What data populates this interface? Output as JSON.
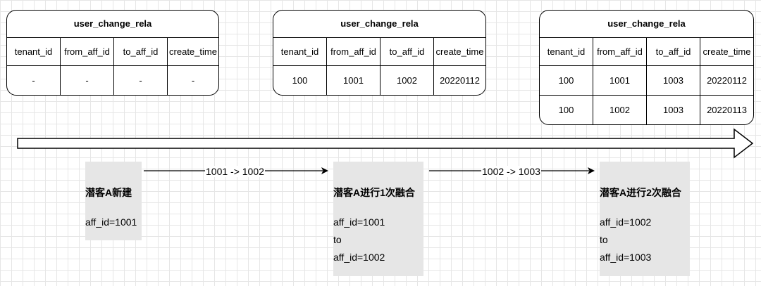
{
  "tables": [
    {
      "title": "user_change_rela",
      "columns": [
        "tenant_id",
        "from_aff_id",
        "to_aff_id",
        "create_time"
      ],
      "rows": [
        [
          "-",
          "-",
          "-",
          "-"
        ]
      ]
    },
    {
      "title": "user_change_rela",
      "columns": [
        "tenant_id",
        "from_aff_id",
        "to_aff_id",
        "create_time"
      ],
      "rows": [
        [
          "100",
          "1001",
          "1002",
          "20220112"
        ]
      ]
    },
    {
      "title": "user_change_rela",
      "columns": [
        "tenant_id",
        "from_aff_id",
        "to_aff_id",
        "create_time"
      ],
      "rows": [
        [
          "100",
          "1001",
          "1003",
          "20220112"
        ],
        [
          "100",
          "1002",
          "1003",
          "20220113"
        ]
      ]
    }
  ],
  "steps": [
    {
      "title": "潜客A新建",
      "lines": [
        "aff_id=1001"
      ]
    },
    {
      "title": "潜客A进行1次融合",
      "lines": [
        "aff_id=1001",
        "to",
        "aff_id=1002"
      ]
    },
    {
      "title": "潜客A进行2次融合",
      "lines": [
        "aff_id=1002",
        "to",
        "aff_id=1003"
      ]
    }
  ],
  "edges": [
    "1001 -> 1002",
    "1002 -> 1003"
  ]
}
